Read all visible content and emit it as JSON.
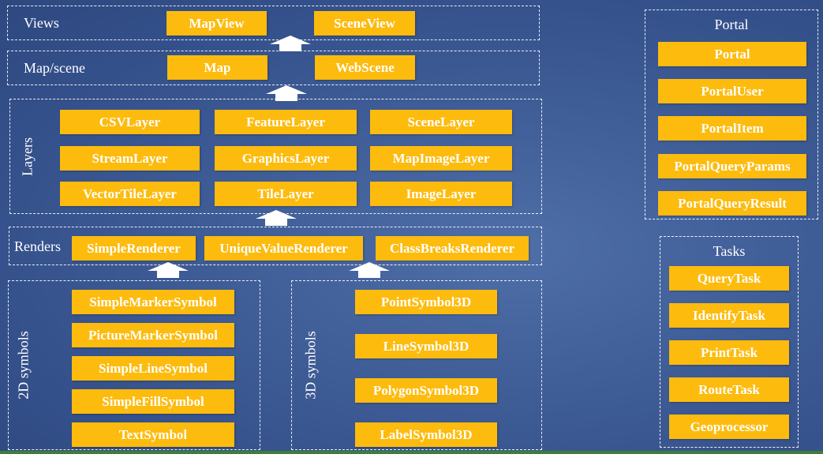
{
  "views": {
    "title": "Views",
    "items": [
      "MapView",
      "SceneView"
    ]
  },
  "mapscene": {
    "title": "Map/scene",
    "items": [
      "Map",
      "WebScene"
    ]
  },
  "layers": {
    "title": "Layers",
    "items": [
      "CSVLayer",
      "FeatureLayer",
      "SceneLayer",
      "StreamLayer",
      "GraphicsLayer",
      "MapImageLayer",
      "VectorTileLayer",
      "TileLayer",
      "ImageLayer"
    ]
  },
  "renders": {
    "title": "Renders",
    "items": [
      "SimpleRenderer",
      "UniqueValueRenderer",
      "ClassBreaksRenderer"
    ]
  },
  "symbols2d": {
    "title": "2D symbols",
    "items": [
      "SimpleMarkerSymbol",
      "PictureMarkerSymbol",
      "SimpleLineSymbol",
      "SimpleFillSymbol",
      "TextSymbol"
    ]
  },
  "symbols3d": {
    "title": "3D symbols",
    "items": [
      "PointSymbol3D",
      "LineSymbol3D",
      "PolygonSymbol3D",
      "LabelSymbol3D"
    ]
  },
  "portal": {
    "title": "Portal",
    "items": [
      "Portal",
      "PortalUser",
      "PortalItem",
      "PortalQueryParams",
      "PortalQueryResult"
    ]
  },
  "tasks": {
    "title": "Tasks",
    "items": [
      "QueryTask",
      "IdentifyTask",
      "PrintTask",
      "RouteTask",
      "Geoprocessor"
    ]
  },
  "colors": {
    "box": "#fdbb0e",
    "background": "#3f5d97",
    "text": "#ffffff"
  }
}
